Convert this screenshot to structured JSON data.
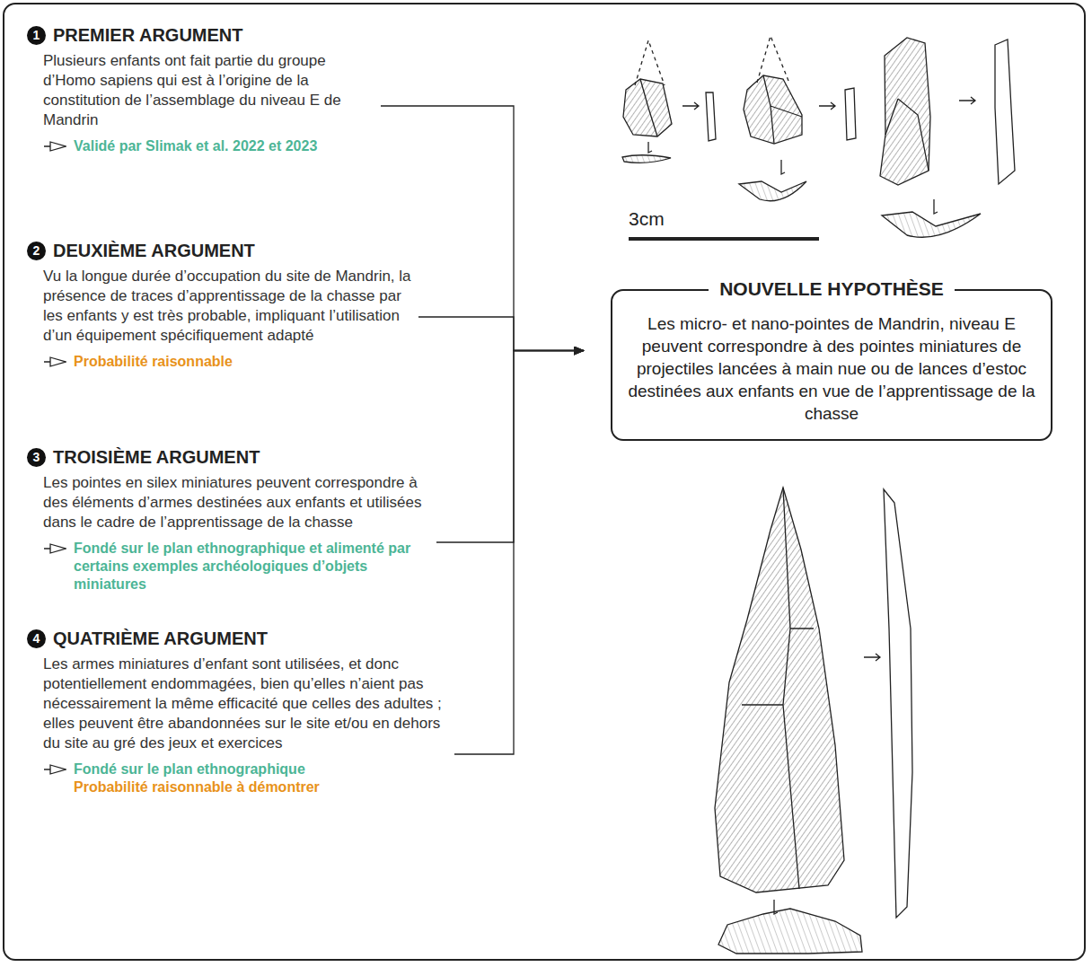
{
  "diagram": {
    "nodes": [
      {
        "text": [
          "1",
          "PREMIER ARGUMENT",
          "Plusieurs enfants ont fait partie du groupe d’Homo sapiens qui est à l’origine de la constitution de l’assemblage du niveau E de Mandrin",
          "Validé par Slimak et al. 2022 et 2023"
        ]
      },
      {
        "text": [
          "2",
          "DEUXIÈME ARGUMENT",
          "Vu la longue durée d’occupation du site de Mandrin, la présence de traces d’apprentissage de la chasse par les enfants y est très probable, impliquant l’utilisation d’un équipement spécifiquement adapté",
          "Probabilité raisonnable"
        ]
      },
      {
        "text": [
          "3",
          "TROISIÈME ARGUMENT",
          "Les pointes en silex miniatures peuvent correspondre à des éléments d’armes destinées aux enfants et utilisées dans le cadre de l’apprentissage de la chasse",
          "Fondé sur le plan ethnographique et alimenté par certains exemples archéologiques d’objets miniatures"
        ]
      },
      {
        "text": [
          "4",
          "QUATRIÈME ARGUMENT",
          "Les armes miniatures d’enfant sont utilisées, et donc potentiellement endommagées, bien qu’elles n’aient pas nécessairement la même efficacité que celles des adultes ; elles peuvent être abandonnées sur le site et/ou en dehors du site au gré des jeux et exercices",
          "Fondé sur le plan ethnographique",
          "Probabilité raisonnable à démontrer"
        ]
      },
      {
        "text": [
          "NOUVELLE HYPOTHÈSE",
          "Les micro- et nano-pointes de Mandrin, niveau E peuvent correspondre à des pointes miniatures de projectiles lancées à main nue ou de lances d’estoc destinées aux enfants en vue de l’apprentissage de la chasse"
        ]
      }
    ],
    "edges": [
      {
        "from": 0,
        "to": 4,
        "arrow": "to"
      },
      {
        "from": 1,
        "to": 4,
        "arrow": "to"
      },
      {
        "from": 2,
        "to": 4,
        "arrow": "to"
      },
      {
        "from": 3,
        "to": 4,
        "arrow": "to"
      }
    ],
    "labels": [
      "3cm"
    ]
  }
}
